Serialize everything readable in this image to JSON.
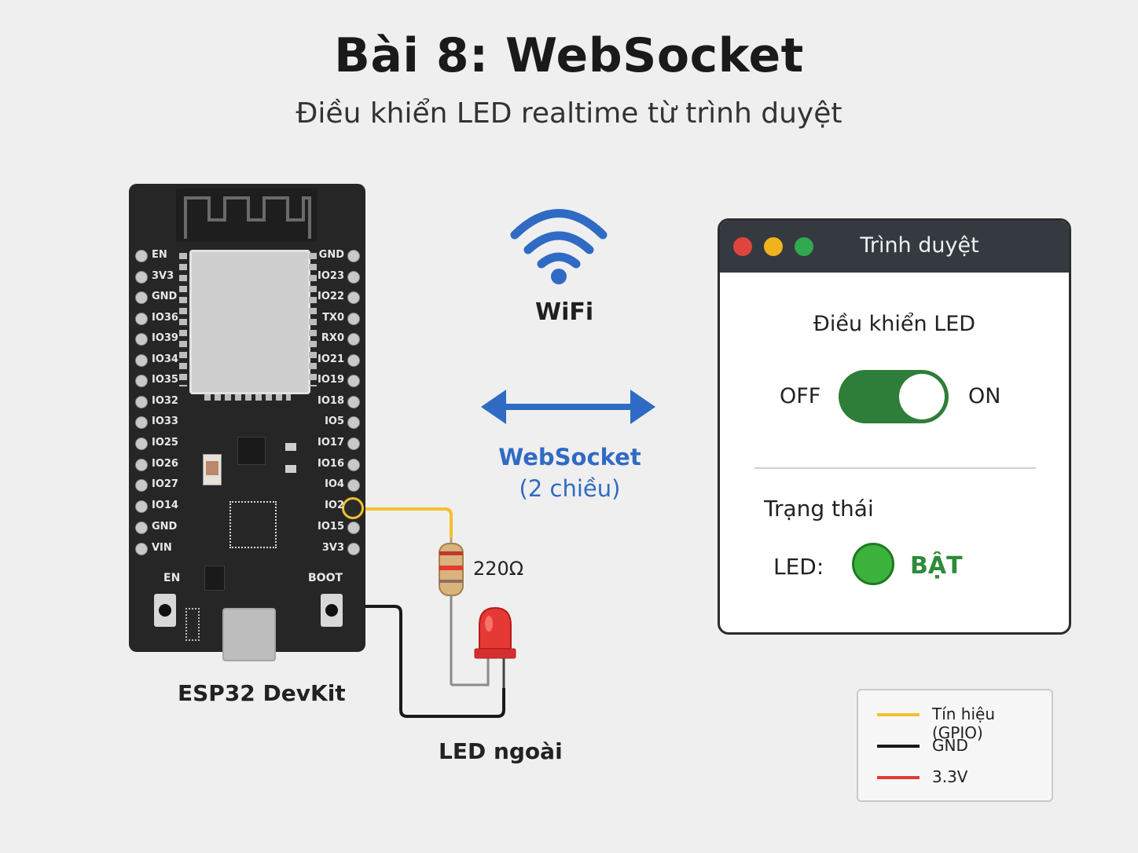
{
  "title": "Bài 8: WebSocket",
  "subtitle": "Điều khiển LED realtime từ trình duyệt",
  "board": {
    "name": "ESP32 DevKit",
    "left_pins": [
      "EN",
      "3V3",
      "GND",
      "IO36",
      "IO39",
      "IO34",
      "IO35",
      "IO32",
      "IO33",
      "IO25",
      "IO26",
      "IO27",
      "IO14",
      "GND",
      "VIN"
    ],
    "right_pins": [
      "GND",
      "IO23",
      "IO22",
      "TX0",
      "RX0",
      "IO21",
      "IO19",
      "IO18",
      "IO5",
      "IO17",
      "IO16",
      "IO4",
      "IO2",
      "IO15",
      "3V3"
    ],
    "highlighted_pin": "IO2",
    "buttons": {
      "left": "EN",
      "right": "BOOT"
    }
  },
  "circuit": {
    "resistor_label": "220Ω",
    "led_label": "LED ngoài",
    "led_color": "#e53935"
  },
  "link": {
    "wifi_label": "WiFi",
    "protocol_label": "WebSocket",
    "protocol_note": "(2 chiều)",
    "accent_color": "#2f6bc4"
  },
  "browser": {
    "window_title": "Trình duyệt",
    "window_controls": [
      "close",
      "minimize",
      "maximize"
    ],
    "control_heading": "Điều khiển LED",
    "toggle_off_label": "OFF",
    "toggle_on_label": "ON",
    "toggle_state": "on",
    "status_heading": "Trạng thái",
    "led_field_label": "LED:",
    "led_status_value": "BẬT",
    "status_color": "#2e8b3a"
  },
  "legend": {
    "items": [
      {
        "label": "Tín hiệu (GPIO)",
        "color": "#f2c12e"
      },
      {
        "label": "GND",
        "color": "#1a1a1a"
      },
      {
        "label": "3.3V",
        "color": "#e53935"
      }
    ]
  }
}
